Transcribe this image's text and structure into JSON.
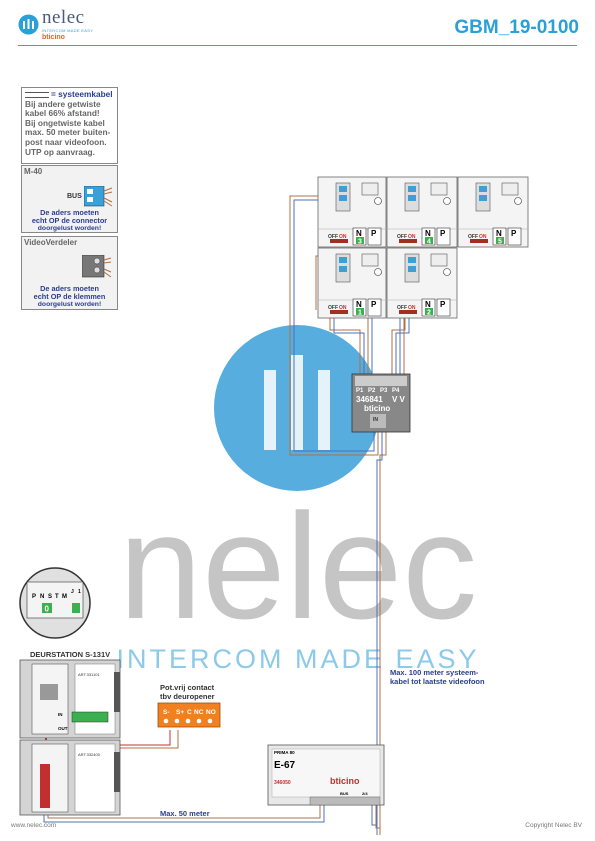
{
  "header": {
    "brand": "nelec",
    "tagline": "INTERCOM MADE EASY",
    "sub_brand": "bticino",
    "doc_id": "GBM_19-0100"
  },
  "legend": {
    "title": "= systeemkabel",
    "lines": [
      "Bij andere getwiste",
      "kabel 66% afstand!",
      "Bij ongetwiste kabel",
      "max. 50 meter buiten-",
      "post naar videofoon.",
      "UTP op aanvraag."
    ]
  },
  "m40_panel": {
    "title": "M-40",
    "bus_label": "BUS",
    "note": [
      "De aders moeten",
      "echt OP de connector",
      "doorgelust worden!"
    ]
  },
  "vv_panel": {
    "title": "VideoVerdeler",
    "note": [
      "De aders moeten",
      "echt OP de klemmen",
      "doorgelust worden!"
    ]
  },
  "distributor": {
    "ports": [
      "P1",
      "P2",
      "P3",
      "P4"
    ],
    "code": "346841",
    "type": "V V",
    "brand": "bticino",
    "in_label": "IN"
  },
  "monitors": [
    {
      "number": "3",
      "off": "OFF",
      "on": "ON",
      "n": "N",
      "p": "P"
    },
    {
      "number": "4",
      "off": "OFF",
      "on": "ON",
      "n": "N",
      "p": "P"
    },
    {
      "number": "5",
      "off": "OFF",
      "on": "ON",
      "n": "N",
      "p": "P"
    },
    {
      "number": "1",
      "off": "OFF",
      "on": "ON",
      "n": "N",
      "p": "P"
    },
    {
      "number": "2",
      "off": "OFF",
      "on": "ON",
      "n": "N",
      "p": "P"
    }
  ],
  "door_station": {
    "title": "DEURSTATION S-131V",
    "zoom_labels": [
      "P",
      "N",
      "S",
      "T",
      "M",
      "J",
      "1"
    ],
    "zoom_digit": "0",
    "module_codes": [
      "ART.331101",
      "ART.332400"
    ],
    "in_label": "IN",
    "out_label": "OUT"
  },
  "contact": {
    "label": [
      "Pot.vrij contact",
      "tbv deuropener"
    ],
    "terminals": [
      "S-",
      "S+",
      "C",
      "NC",
      "NO"
    ]
  },
  "power_supply": {
    "brand_top": "PRIMA 80",
    "model": "E-67",
    "code": "346050",
    "brand": "bticino",
    "terminals": [
      "BUS",
      "2/4"
    ]
  },
  "annotations": {
    "max100": [
      "Max. 100 meter systeem-",
      "kabel tot laatste videofoon"
    ],
    "max50": "Max. 50 meter"
  },
  "watermark": {
    "word": "nelec",
    "tagline": "INTERCOM MADE EASY"
  },
  "footer": {
    "left": "www.nelec.com",
    "right": "Copyright Nelec BV"
  },
  "colors": {
    "accent": "#2aa0d8",
    "label_blue": "#2b3e8c",
    "wire_brown": "#b07040",
    "wire_blue": "#4a70c0",
    "wire_red": "#c03030",
    "terminal_green": "#3cb050",
    "contact_orange": "#f08020"
  }
}
